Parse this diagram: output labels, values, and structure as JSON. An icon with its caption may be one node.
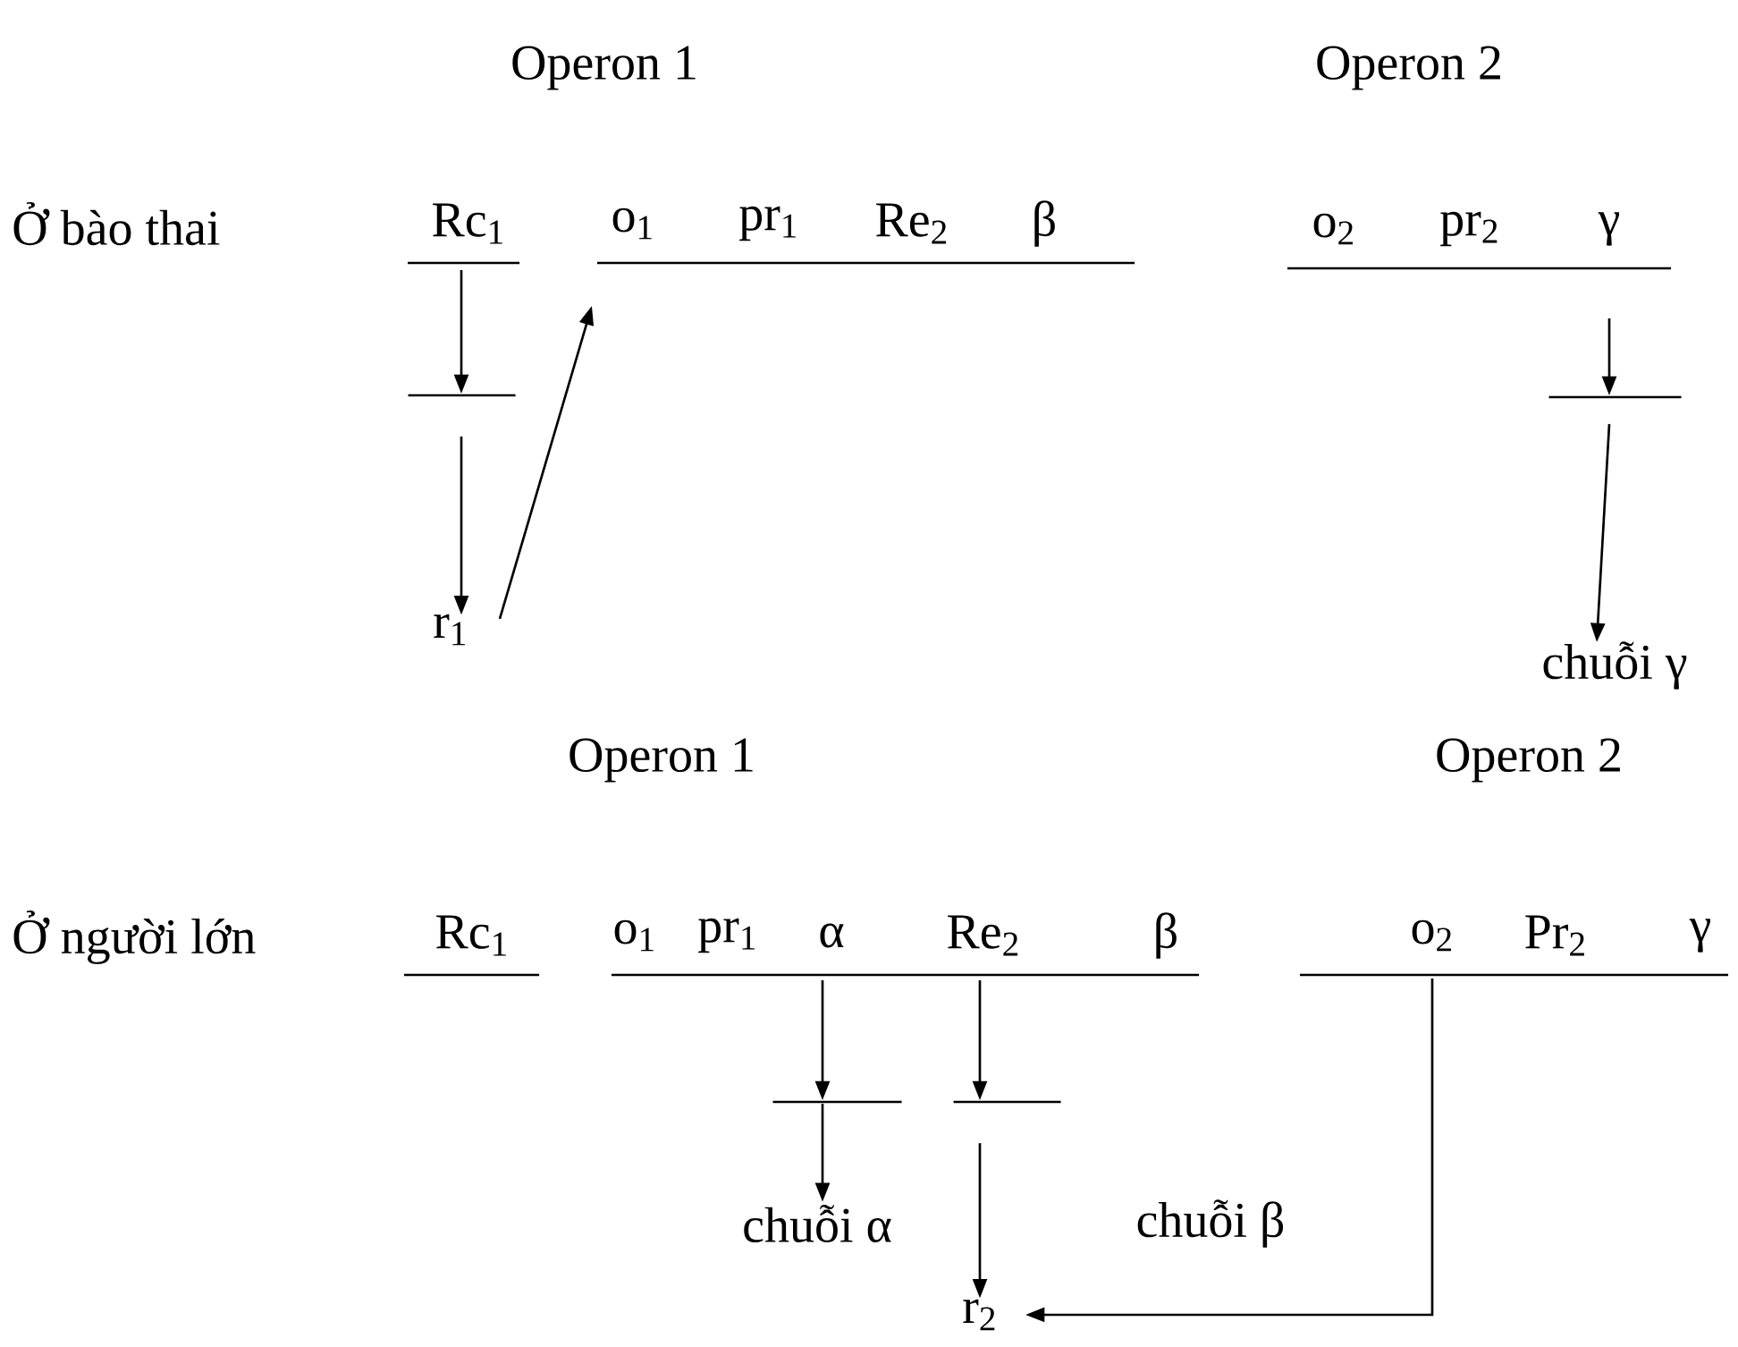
{
  "diagram": {
    "nodes": [
      {
        "text": [
          "Rc$_{1}$"
        ]
      },
      {
        "text": [
          "o$_{1}$",
          "pr$_{1}$",
          "Re$_{2}$",
          "β"
        ]
      },
      {
        "text": [],
        "shape": "bar"
      },
      {
        "text": [
          "r$_{1}$"
        ]
      },
      {
        "text": [
          "o$_{2}$",
          "pr$_{2}$",
          "γ"
        ]
      },
      {
        "text": [],
        "shape": "bar"
      },
      {
        "text": [
          "chuỗi γ"
        ]
      },
      {
        "text": [
          "Rc$_{1}$"
        ]
      },
      {
        "text": [
          "o$_{1}$",
          "pr$_{1}$",
          "α",
          "Re$_{2}$",
          "β"
        ]
      },
      {
        "text": [],
        "shape": "bar"
      },
      {
        "text": [
          "chuỗi α"
        ]
      },
      {
        "text": [],
        "shape": "bar"
      },
      {
        "text": [
          "r$_{2}$"
        ]
      },
      {
        "text": [
          "o$_{2}$",
          "Pr$_{2}$",
          "γ"
        ]
      }
    ],
    "edges": [
      {
        "from": 0,
        "to": 2,
        "arrow": "to"
      },
      {
        "from": 2,
        "to": 3,
        "arrow": "to"
      },
      {
        "from": 3,
        "to": 1,
        "arrow": "to"
      },
      {
        "from": 4,
        "to": 5,
        "arrow": "to"
      },
      {
        "from": 5,
        "to": 6,
        "arrow": "to"
      },
      {
        "from": 8,
        "to": 9,
        "arrow": "to"
      },
      {
        "from": 9,
        "to": 10,
        "arrow": "to"
      },
      {
        "from": 8,
        "to": 11,
        "arrow": "to"
      },
      {
        "from": 11,
        "to": 12,
        "arrow": "to"
      },
      {
        "from": 13,
        "to": 12,
        "arrow": "to"
      }
    ],
    "labels": [
      "Operon 1",
      "Operon 2",
      "Ở bào thai",
      "Operon 1",
      "Operon 2",
      "Ở người lớn",
      "chuỗi β"
    ]
  }
}
